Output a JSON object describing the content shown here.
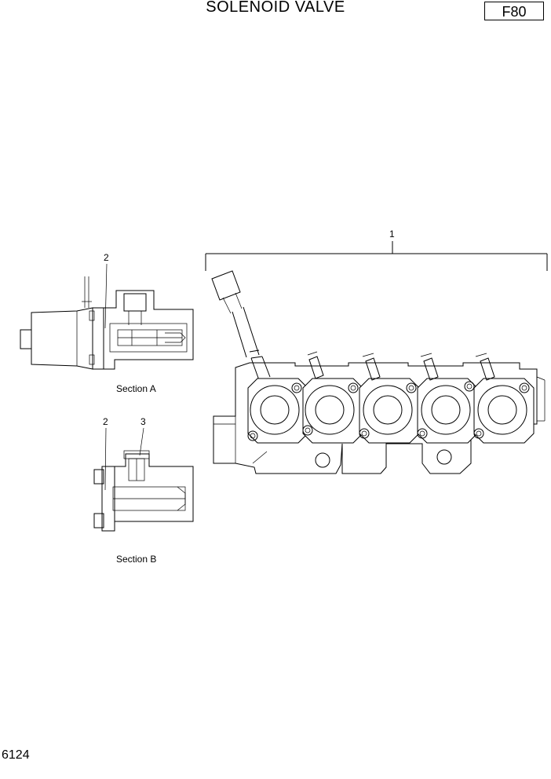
{
  "header": {
    "title": "SOLENOID VALVE",
    "page_code": "F80"
  },
  "footer": {
    "page_number": "6124"
  },
  "callouts": {
    "assembly": "1",
    "section_a_part": "2",
    "section_b_part_a": "2",
    "section_b_part_b": "3"
  },
  "sections": {
    "a_label": "Section A",
    "b_label": "Section B"
  }
}
